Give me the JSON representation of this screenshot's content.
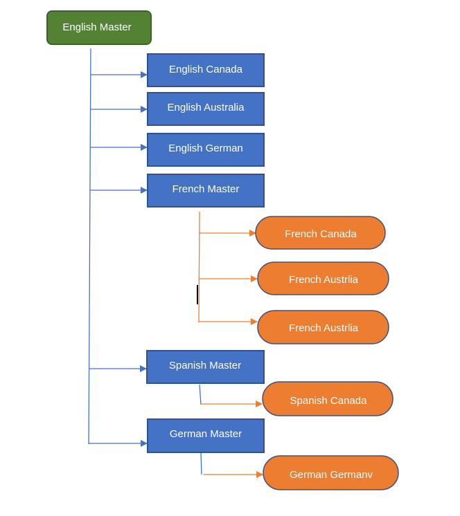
{
  "colors": {
    "root_fill": "#548235",
    "root_stroke": "#3e5f27",
    "master_fill": "#4472c4",
    "master_stroke": "#2f528f",
    "leaf_fill": "#ed7d31",
    "leaf_stroke": "#41507a",
    "blue_connector": "#4472c4",
    "orange_connector": "#ed7d31"
  },
  "root": {
    "label": "English Master"
  },
  "blue_nodes": [
    {
      "label": "English Canada"
    },
    {
      "label": "English Australia"
    },
    {
      "label": "English German"
    },
    {
      "label": "French Master"
    },
    {
      "label": "Spanish Master"
    },
    {
      "label": "German Master"
    }
  ],
  "orange_nodes": [
    {
      "label": "French Canada"
    },
    {
      "label": "French Austrlia"
    },
    {
      "label": "French Austrlia"
    },
    {
      "label": "Spanish Canada"
    },
    {
      "label": "German Germanv"
    }
  ]
}
